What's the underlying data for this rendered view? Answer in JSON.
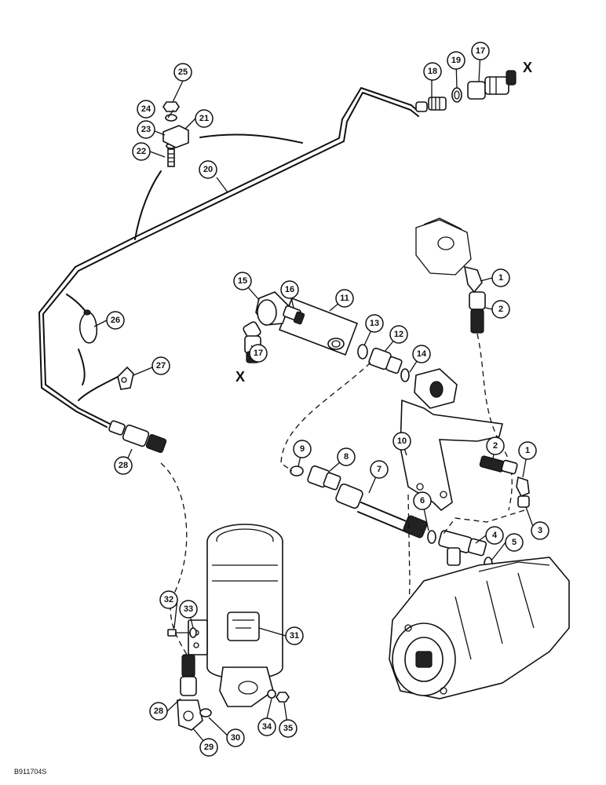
{
  "figure_id": "B911704S",
  "connection_mark": "X",
  "callouts": {
    "c1a": "1",
    "c1b": "1",
    "c2a": "2",
    "c2b": "2",
    "c3": "3",
    "c4": "4",
    "c5": "5",
    "c6": "6",
    "c7": "7",
    "c8": "8",
    "c9": "9",
    "c10": "10",
    "c11": "11",
    "c12": "12",
    "c13": "13",
    "c14": "14",
    "c15": "15",
    "c16": "16",
    "c17a": "17",
    "c17b": "17",
    "c18": "18",
    "c19": "19",
    "c20": "20",
    "c21": "21",
    "c22": "22",
    "c23": "23",
    "c24": "24",
    "c25": "25",
    "c26": "26",
    "c27": "27",
    "c28a": "28",
    "c28b": "28",
    "c29": "29",
    "c30": "30",
    "c31": "31",
    "c32": "32",
    "c33": "33",
    "c34": "34",
    "c35": "35"
  }
}
